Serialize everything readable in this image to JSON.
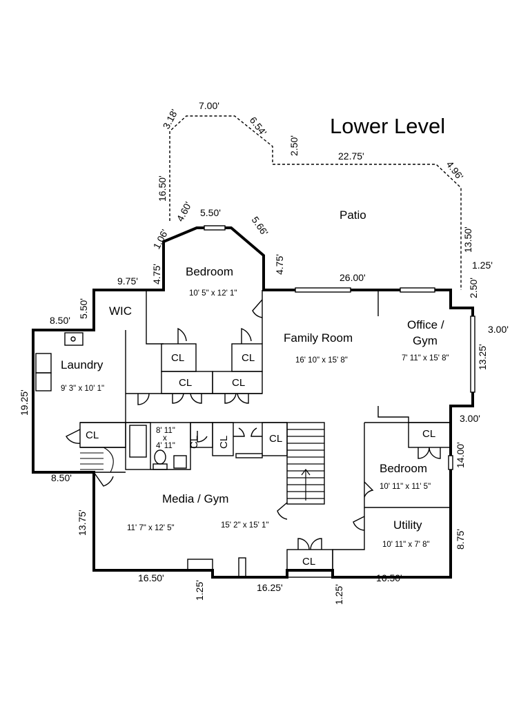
{
  "title": "Lower Level",
  "rooms": {
    "patio": "Patio",
    "bedroom1": {
      "name": "Bedroom",
      "size": "10' 5\" x 12' 1\""
    },
    "wic": "WIC",
    "laundry": {
      "name": "Laundry",
      "size": "9' 3\" x 10' 1\""
    },
    "family": {
      "name": "Family Room",
      "size": "16' 10\" x 15' 8\""
    },
    "office": {
      "name1": "Office /",
      "name2": "Gym",
      "size": "7' 11\" x 15' 8\""
    },
    "bath": {
      "line1": "8' 11\"",
      "line2": "x",
      "line3": "4' 11\""
    },
    "media": {
      "name": "Media / Gym",
      "size_left": "11' 7\" x 12' 5\"",
      "size_right": "15' 2\" x 15' 1\""
    },
    "bedroom2": {
      "name": "Bedroom",
      "size": "10' 11\" x 11' 5\""
    },
    "utility": {
      "name": "Utility",
      "size": "10' 11\" x 7' 8\""
    }
  },
  "closet_label": "CL",
  "dims": {
    "d318": "3.18'",
    "d700": "7.00'",
    "d654": "6.54'",
    "d250a": "2.50'",
    "d2275": "22.75'",
    "d496": "4.96'",
    "d1650v": "16.50'",
    "d460": "4.60'",
    "d550": "5.50'",
    "d566": "5.66'",
    "d106": "1.06'",
    "d475a": "4.75'",
    "d475b": "4.75'",
    "d1350": "13.50'",
    "d125r": "1.25'",
    "d975": "9.75'",
    "d2600": "26.00'",
    "d250b": "2.50'",
    "d850a": "8.50'",
    "d550v": "5.50'",
    "d300a": "3.00'",
    "d1325": "13.25'",
    "d1925": "19.25'",
    "d300b": "3.00'",
    "d850b": "8.50'",
    "d1400": "14.00'",
    "d1375": "13.75'",
    "d875": "8.75'",
    "d1650a": "16.50'",
    "d125a": "1.25'",
    "d1625": "16.25'",
    "d125b": "1.25'",
    "d1650b": "16.50'"
  }
}
